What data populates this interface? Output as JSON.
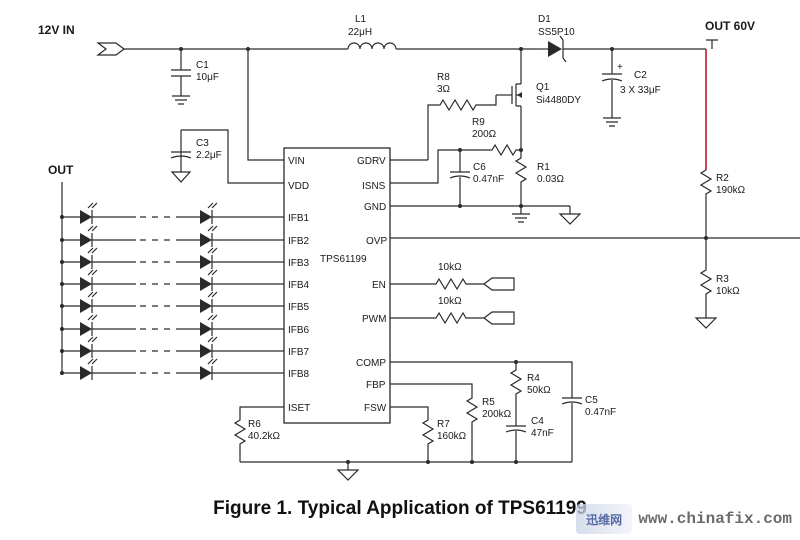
{
  "labels": {
    "input": "12V IN",
    "output": "OUT  60V",
    "led_out": "OUT",
    "l1_ref": "L1",
    "l1_val": "22μH",
    "d1_ref": "D1",
    "d1_val": "SS5P10",
    "c1_ref": "C1",
    "c1_val": "10μF",
    "c2_ref": "C2",
    "c2_val": "3  X  33μF",
    "c2_plus": "+",
    "c3_ref": "C3",
    "c3_val": "2.2μF",
    "r8_ref": "R8",
    "r8_val": "3Ω",
    "q1_ref": "Q1",
    "q1_val": "Si4480DY",
    "r9_ref": "R9",
    "r9_val": "200Ω",
    "c6_ref": "C6",
    "c6_val": "0.47nF",
    "r1_ref": "R1",
    "r1_val": "0.03Ω",
    "r2_ref": "R2",
    "r2_val": "190kΩ",
    "r3_ref": "R3",
    "r3_val": "10kΩ",
    "en_res": "10kΩ",
    "pwm_res": "10kΩ",
    "r4_ref": "R4",
    "r4_val": "50kΩ",
    "r5_ref": "R5",
    "r5_val": "200kΩ",
    "c4_ref": "C4",
    "c4_val": "47nF",
    "c5_ref": "C5",
    "c5_val": "0.47nF",
    "r6_ref": "R6",
    "r6_val": "40.2kΩ",
    "r7_ref": "R7",
    "r7_val": "160kΩ"
  },
  "ic": {
    "name": "TPS61199",
    "left_pins": [
      "VIN",
      "VDD",
      "IFB1",
      "IFB2",
      "IFB3",
      "IFB4",
      "IFB5",
      "IFB6",
      "IFB7",
      "IFB8",
      "ISET"
    ],
    "right_pins": [
      "GDRV",
      "ISNS",
      "GND",
      "OVP",
      "EN",
      "PWM",
      "COMP",
      "FBP",
      "FSW"
    ]
  },
  "caption": "Figure 1.  Typical Application of TPS61199",
  "watermark": {
    "logo": "迅维网",
    "text": "www.chinafix.com"
  },
  "colors": {
    "wire": "#2a2a2a",
    "output_rail": "#c0182c"
  }
}
